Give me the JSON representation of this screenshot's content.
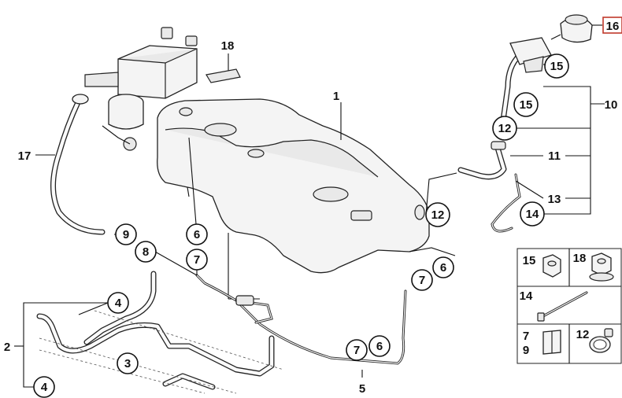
{
  "callouts": {
    "c1": "1",
    "c2": "2",
    "c3": "3",
    "c4a": "4",
    "c4b": "4",
    "c5": "5",
    "c6a": "6",
    "c6b": "6",
    "c6c": "6",
    "c7a": "7",
    "c7b": "7",
    "c7c": "7",
    "c8": "8",
    "c9": "9",
    "c10": "10",
    "c11": "11",
    "c12a": "12",
    "c12b": "12",
    "c13": "13",
    "c14": "14",
    "c15a": "15",
    "c15b": "15",
    "c16": "16",
    "c17": "17",
    "c18": "18"
  },
  "legend": {
    "r1a": "15",
    "r1b": "18",
    "r2": "14",
    "r3a": "7",
    "r3b": "9",
    "r3c": "12"
  },
  "colors": {
    "highlight_box": "#c0392b",
    "ink": "#111111"
  }
}
